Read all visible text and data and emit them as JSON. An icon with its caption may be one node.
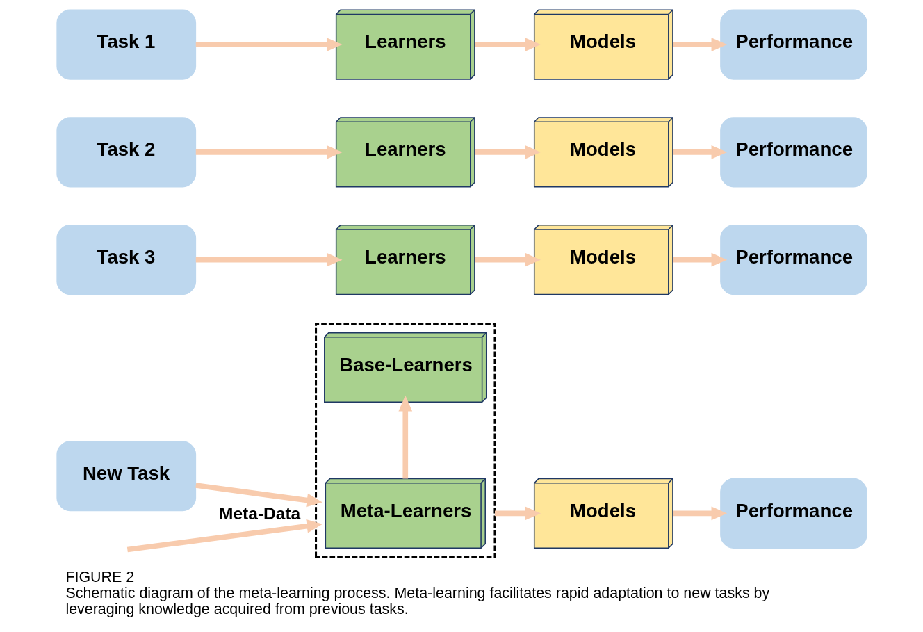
{
  "diagram": {
    "title": "FIGURE 2",
    "caption": "Schematic diagram of the meta-learning process. Meta-learning facilitates rapid adaptation to new tasks by leveraging knowledge acquired from previous tasks.",
    "nodes": [
      {
        "text": [
          "Task 1"
        ]
      },
      {
        "text": [
          "Learners"
        ]
      },
      {
        "text": [
          "Models"
        ]
      },
      {
        "text": [
          "Performance"
        ]
      },
      {
        "text": [
          "Task 2"
        ]
      },
      {
        "text": [
          "Learners"
        ]
      },
      {
        "text": [
          "Models"
        ]
      },
      {
        "text": [
          "Performance"
        ]
      },
      {
        "text": [
          "Task 3"
        ]
      },
      {
        "text": [
          "Learners"
        ]
      },
      {
        "text": [
          "Models"
        ]
      },
      {
        "text": [
          "Performance"
        ]
      },
      {
        "text": [],
        "shape": "box"
      },
      {
        "text": [
          "New Task"
        ]
      },
      {
        "text": [
          "Meta-Learners"
        ],
        "in": 12
      },
      {
        "text": [
          "Base-Learners"
        ],
        "in": 12
      },
      {
        "text": [
          "Models"
        ]
      },
      {
        "text": [
          "Performance"
        ]
      }
    ],
    "edges": [
      {
        "from": 0,
        "to": 1,
        "arrow": "to"
      },
      {
        "from": 1,
        "to": 2,
        "arrow": "to"
      },
      {
        "from": 2,
        "to": 3,
        "arrow": "to"
      },
      {
        "from": 4,
        "to": 5,
        "arrow": "to"
      },
      {
        "from": 5,
        "to": 6,
        "arrow": "to"
      },
      {
        "from": 6,
        "to": 7,
        "arrow": "to"
      },
      {
        "from": 8,
        "to": 9,
        "arrow": "to"
      },
      {
        "from": 9,
        "to": 10,
        "arrow": "to"
      },
      {
        "from": 10,
        "to": 11,
        "arrow": "to"
      },
      {
        "from": null,
        "to": 12,
        "arrow": "to",
        "label": "Meta-Data"
      },
      {
        "from": 13,
        "to": 12,
        "arrow": "to"
      },
      {
        "from": 14,
        "to": 15,
        "arrow": "to"
      },
      {
        "from": 12,
        "to": 16,
        "arrow": "to"
      },
      {
        "from": 16,
        "to": 17,
        "arrow": "to"
      }
    ]
  }
}
